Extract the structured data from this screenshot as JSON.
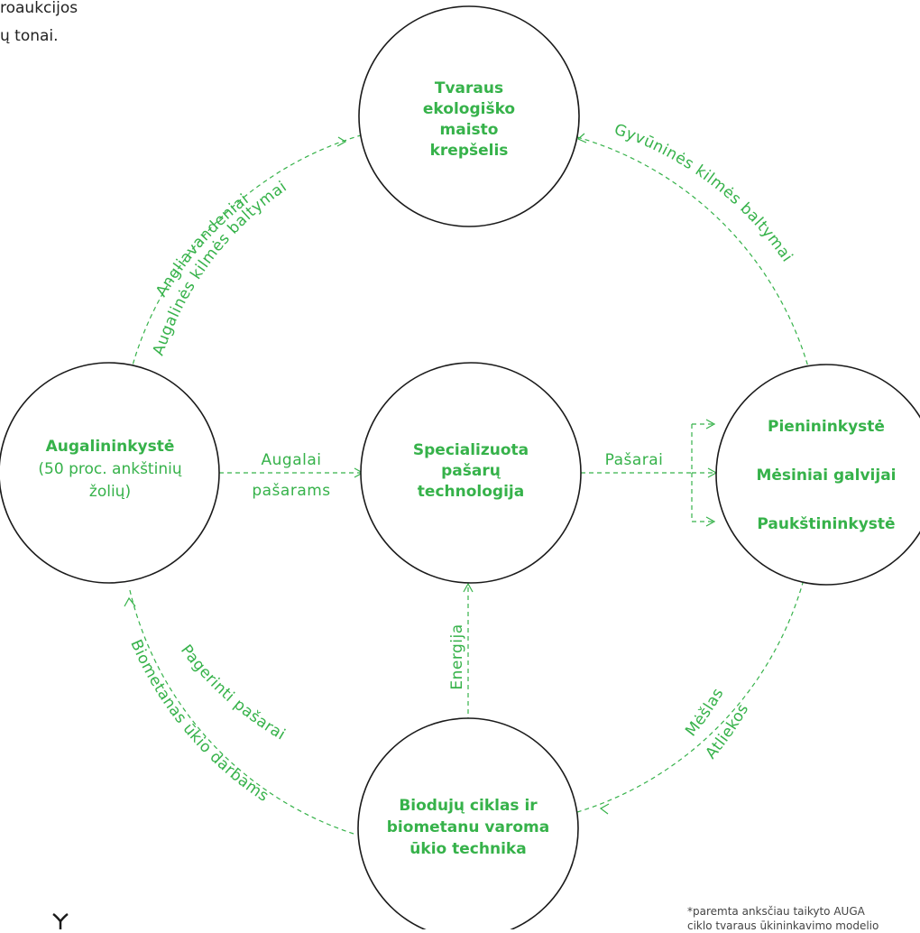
{
  "intro": {
    "line1": "roaukcijos",
    "line2": "ų tonai."
  },
  "nodes": {
    "top": {
      "lines": [
        "Tvaraus",
        "ekologiško",
        "maisto",
        "krepšelis"
      ]
    },
    "left": {
      "title": "Augalininkystė",
      "lines": [
        "(50 proc. ankštinių",
        "žolių)"
      ]
    },
    "center": {
      "lines": [
        "Specializuota",
        "pašarų",
        "technologija"
      ]
    },
    "right": {
      "lines": [
        "Pienininkystė",
        "Mėsiniai galvijai",
        "Paukštininkystė"
      ]
    },
    "bottom": {
      "lines": [
        "Biodujų ciklas ir",
        "biometanu varoma",
        "ūkio technika"
      ]
    }
  },
  "flows": {
    "left_top_outer": "Angliavandeniai",
    "left_top_inner": "Augalinės kilmės baltymai",
    "right_top": "Gyvūninės kilmės baltymai",
    "left_center": [
      "Augalai",
      "pašarams"
    ],
    "center_right": "Pašarai",
    "bottom_center": "Energija",
    "right_bottom_outer": "Atliekos",
    "right_bottom_inner": "Mėšlas",
    "bottom_left_outer": "Biometanas ūkio darbams",
    "bottom_left_inner": "Pagerinti pašarai"
  },
  "footnote": {
    "line1": "*paremta anksčiau taikyto AUGA",
    "line2": "ciklo tvaraus ūkininkavimo modelio"
  },
  "colors": {
    "accent": "#36b24a",
    "outline": "#1a1a1a"
  },
  "icons": {
    "sprout": "sprout-icon"
  }
}
